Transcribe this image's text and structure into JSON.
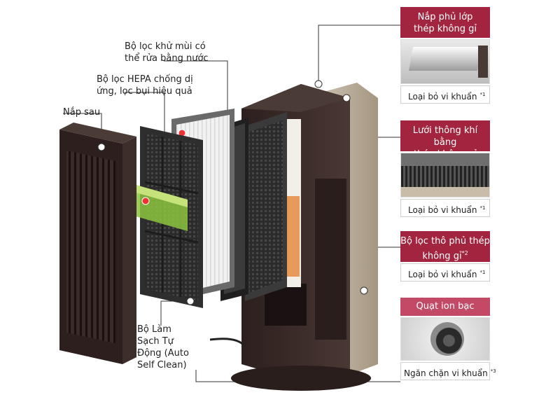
{
  "callouts": {
    "back_cover": "Nắp sau",
    "hepa_line1": "Bộ lọc HEPA chống dị",
    "hepa_line2": "ứng, lọc bụi hiệu quả",
    "deodorizer_line1": "Bộ lọc khử mùi có",
    "deodorizer_line2": "thể rửa bằng nước",
    "autoclean_line1": "Bộ Làm",
    "autoclean_line2": "Sạch Tự",
    "autoclean_line3": "Động (Auto",
    "autoclean_line4": "Self Clean)"
  },
  "panels": {
    "cover": {
      "title_line1": "Nắp phủ lớp",
      "title_line2": "thép không gỉ",
      "caption": "Loại bỏ vi khuẩn",
      "note": "*1"
    },
    "vent": {
      "title_line1": "Lưới thông khí bằng",
      "title_line2": "thép không gỉ",
      "caption": "Loại bỏ vi khuẩn",
      "note": "*1"
    },
    "prefilter": {
      "title_line1": "Bộ lọc thô phủ thép",
      "title_line2": "không gỉ",
      "title_note": "*2",
      "caption": "Loại bỏ vi khuẩn",
      "note": "*1"
    },
    "ion_fan": {
      "title": "Quạt ion bạc",
      "caption": "Ngăn chặn vi khuẩn",
      "note": "*3"
    }
  },
  "colors": {
    "accent": "#a2243f",
    "accent_light": "#c24a67",
    "body": "#3a2a28",
    "side": "#b8aa98",
    "orange": "#e89a5a",
    "green": "#8cc63f"
  }
}
